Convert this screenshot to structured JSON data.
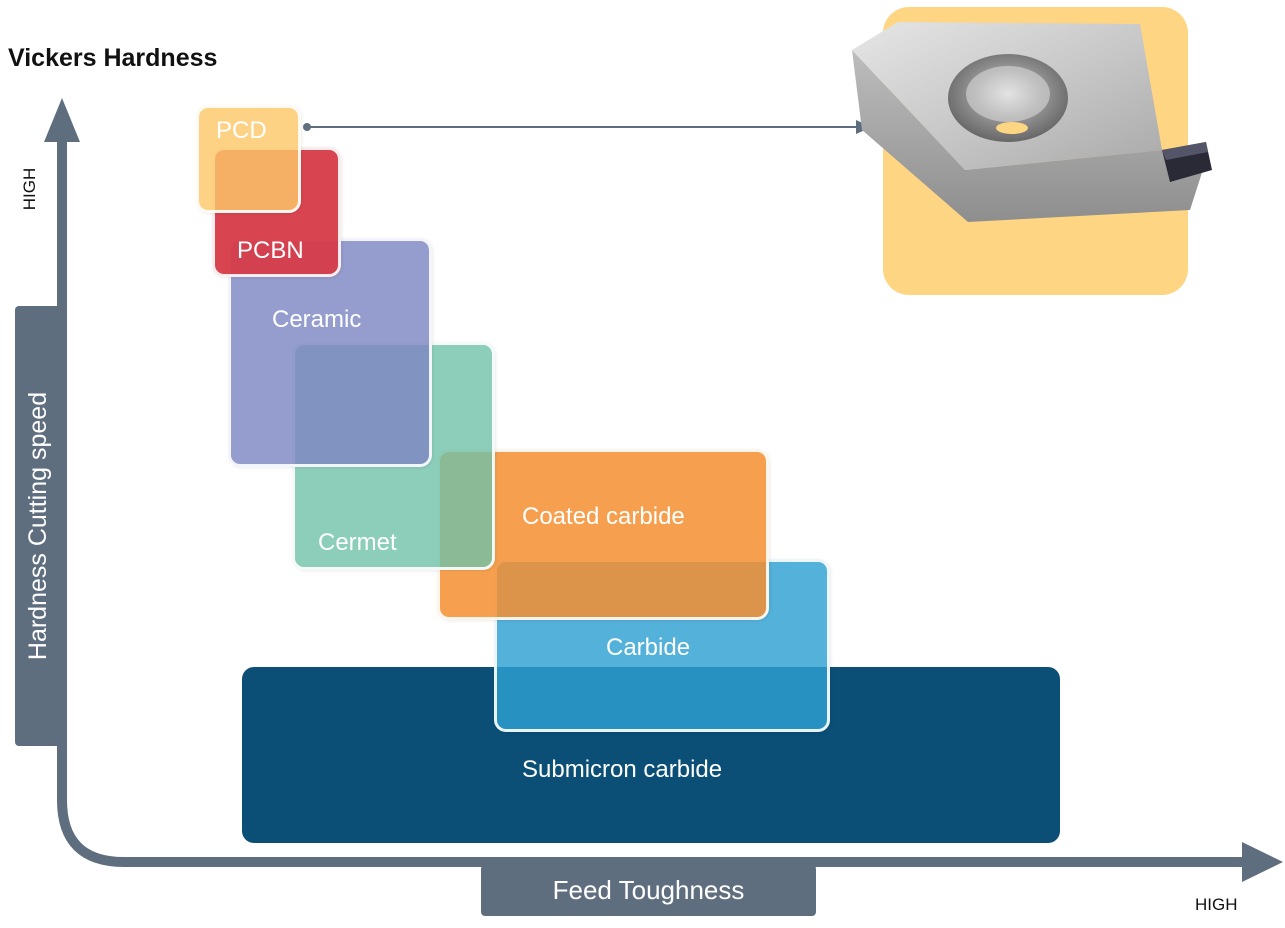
{
  "title": "Vickers Hardness",
  "y_axis": {
    "label": "Hardness Cutting speed",
    "high_label": "HIGH"
  },
  "x_axis": {
    "label": "Feed Toughness",
    "high_label": "HIGH"
  },
  "materials": {
    "pcd": "PCD",
    "pcbn": "PCBN",
    "ceramic": "Ceramic",
    "cermet": "Cermet",
    "coated_carbide": "Coated carbide",
    "carbide": "Carbide",
    "submicron_carbide": "Submicron carbide"
  },
  "colors": {
    "axis": "#5f6e7f",
    "pcd": "#fdc86a",
    "pcbn": "#d63b48",
    "ceramic": "#7e86c3",
    "cermet": "#6fc2a8",
    "coated_carbide": "#f58f30",
    "carbide": "#2da0d2",
    "submicron_carbide": "#0b4f76",
    "insert_background": "#fed582"
  },
  "insert_image": {
    "icon": "cutting-insert-icon"
  }
}
